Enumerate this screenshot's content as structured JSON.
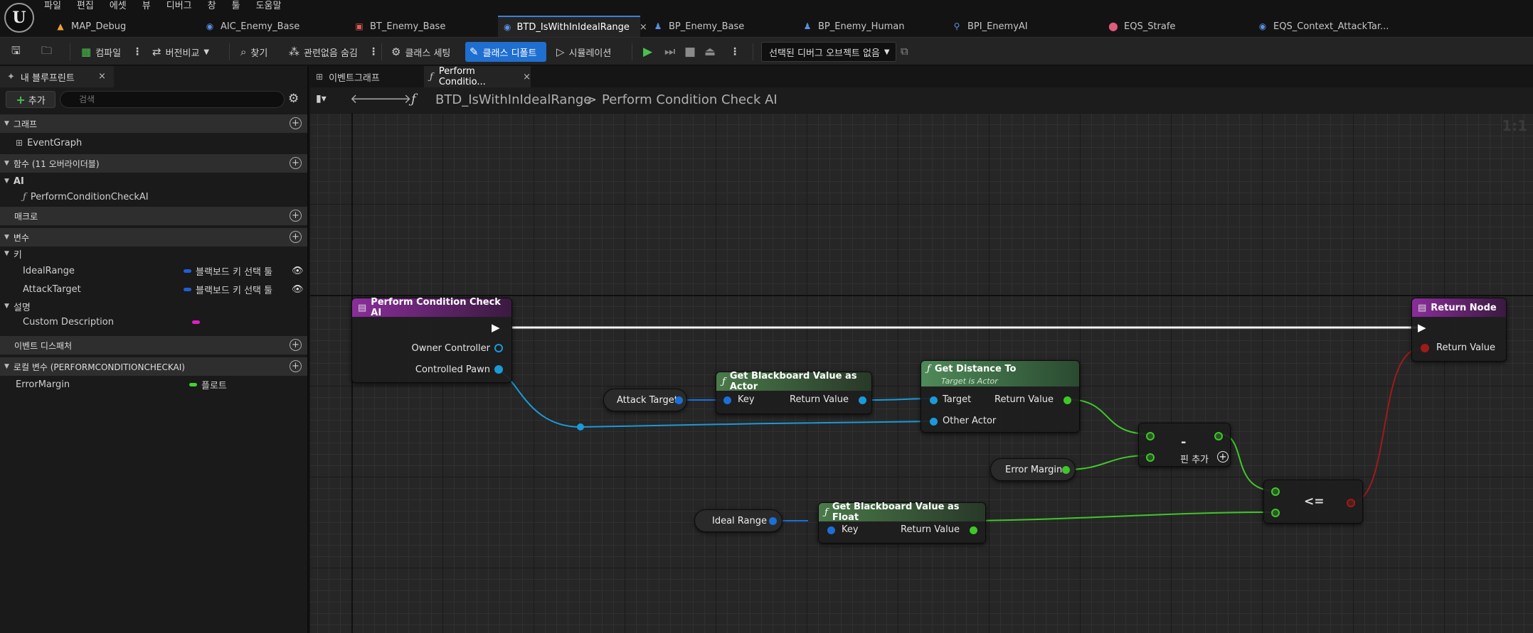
{
  "app": {
    "logo": "U"
  },
  "menu": [
    "파일",
    "편집",
    "에셋",
    "뷰",
    "디버그",
    "창",
    "툴",
    "도움말"
  ],
  "doc_tabs": [
    {
      "label": "MAP_Debug",
      "icon": "map-icon",
      "color": "#e8a33b"
    },
    {
      "label": "AIC_Enemy_Base",
      "icon": "ai-controller-icon",
      "color": "#5a8fe0"
    },
    {
      "label": "BT_Enemy_Base",
      "icon": "behavior-tree-icon",
      "color": "#e05a5a"
    },
    {
      "label": "BTD_IsWithInIdealRange",
      "icon": "decorator-icon",
      "color": "#5a8fe0"
    },
    {
      "label": "BP_Enemy_Base",
      "icon": "character-icon",
      "color": "#5a8fe0"
    },
    {
      "label": "BP_Enemy_Human",
      "icon": "character-icon",
      "color": "#5a8fe0"
    },
    {
      "label": "BPI_EnemyAI",
      "icon": "interface-icon",
      "color": "#5a8fe0"
    },
    {
      "label": "EQS_Strafe",
      "icon": "eqs-icon",
      "color": "#e05a7a"
    },
    {
      "label": "EQS_Context_AttackTar...",
      "icon": "context-icon",
      "color": "#5a8fe0"
    }
  ],
  "active_tab_close": "×",
  "toolbar": {
    "compile": "컴파일",
    "diff": "버전비교",
    "find": "찾기",
    "hide_unrelated": "관련없음 숨김",
    "class_settings": "클래스 세팅",
    "class_defaults": "클래스 디폴트",
    "simulation": "시뮬레이션",
    "debug_object": "선택된 디버그 오브젝트 없음"
  },
  "left_panel": {
    "tab": "내 블루프린트",
    "add": "추가",
    "search_placeholder": "검색",
    "sections": {
      "graph": "그래프",
      "functions": "함수 (11 오버라이더블)",
      "macros": "매크로",
      "variables": "변수",
      "event_dispatchers": "이벤트 디스패처",
      "local_vars": "로컬 변수 (PERFORMCONDITIONCHECKAI)"
    },
    "event_graph": "EventGraph",
    "category_ai": "AI",
    "function_item": "PerformConditionCheckAI",
    "category_key": "키",
    "variables": [
      {
        "name": "IdealRange",
        "type": "블랙보드 키 선택 툴",
        "color": "#1f5fd6"
      },
      {
        "name": "AttackTarget",
        "type": "블랙보드 키 선택 툴",
        "color": "#1f5fd6"
      }
    ],
    "category_desc": "설명",
    "desc_var": {
      "name": "Custom Description",
      "color": "#e01fbf"
    },
    "local_var": {
      "name": "ErrorMargin",
      "type": "플로트",
      "color": "#3fd62a"
    }
  },
  "graph_tabs": [
    "이벤트그래프",
    "Perform Conditio..."
  ],
  "breadcrumb": {
    "blueprint": "BTD_IsWithInIdealRange",
    "function": "Perform Condition Check AI",
    "separator": ">"
  },
  "zoom": "1:1",
  "nodes": {
    "entry": {
      "title": "Perform Condition Check AI",
      "pins": [
        "Owner Controller",
        "Controlled Pawn"
      ]
    },
    "return": {
      "title": "Return Node",
      "pins": [
        "Return Value"
      ]
    },
    "attack_target": "Attack Target",
    "bb_actor": {
      "title": "Get Blackboard Value as Actor",
      "in": "Key",
      "out": "Return Value"
    },
    "distance": {
      "title": "Get Distance To",
      "subtitle": "Target is Actor",
      "in1": "Target",
      "in2": "Other Actor",
      "out": "Return Value"
    },
    "subtract": {
      "symbol": "-",
      "add_pin": "핀 추가"
    },
    "error_margin": "Error Margin",
    "ideal_range": "Ideal Range",
    "bb_float": {
      "title": "Get Blackboard Value as Float",
      "in": "Key",
      "out": "Return Value"
    },
    "compare": {
      "symbol": "<="
    }
  }
}
